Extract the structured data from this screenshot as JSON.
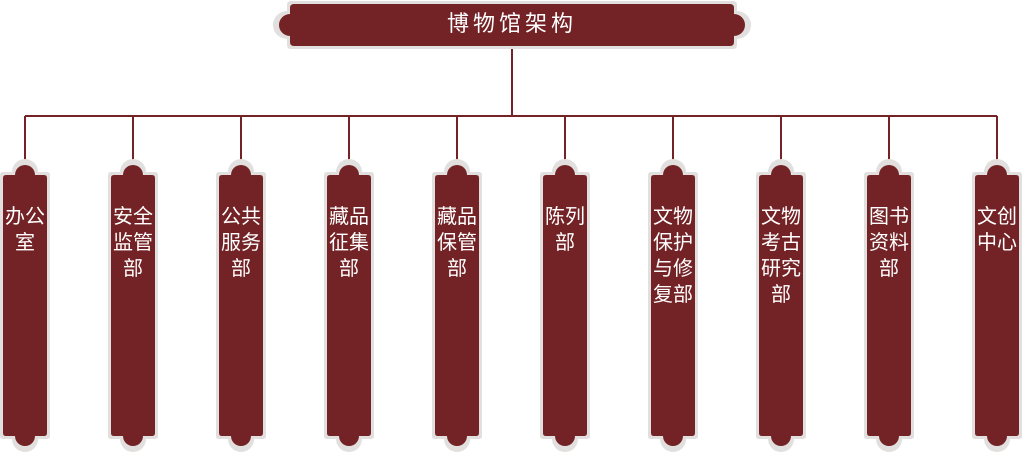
{
  "colors": {
    "primary": "#732326",
    "border": "#e2e0df",
    "text": "#ffffff"
  },
  "root": {
    "label": "博物馆架构"
  },
  "departments": [
    {
      "label": "办公室"
    },
    {
      "label": "安全监管部"
    },
    {
      "label": "公共服务部"
    },
    {
      "label": "藏品征集部"
    },
    {
      "label": "藏品保管部"
    },
    {
      "label": "陈列部"
    },
    {
      "label": "文物保护与修复部"
    },
    {
      "label": "文物考古研究部"
    },
    {
      "label": "图书资料部"
    },
    {
      "label": "文创中心"
    }
  ]
}
